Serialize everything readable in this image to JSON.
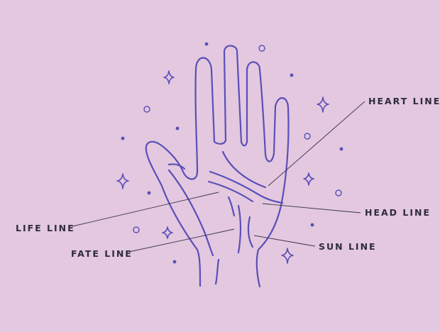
{
  "colors": {
    "background": "#e3c8df",
    "hand_stroke": "#5a4fb8",
    "leader_line": "#3a3548",
    "label_text": "#2f2b3a"
  },
  "labels": {
    "heart_line": "HEART LINE",
    "head_line": "HEAD LINE",
    "sun_line": "SUN LINE",
    "life_line": "LIFE LINE",
    "fate_line": "FATE LINE"
  },
  "decorations": [
    "sparkle-icon",
    "dot-icon",
    "ring-icon"
  ]
}
